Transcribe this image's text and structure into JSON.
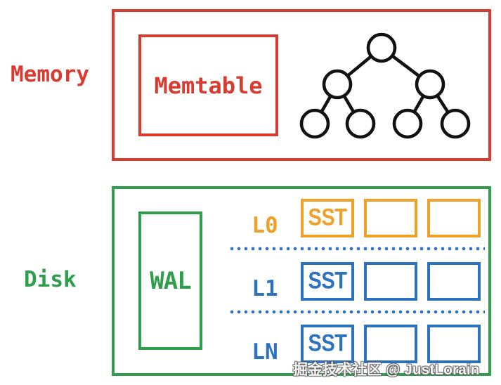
{
  "memory_section": {
    "section_label": "Memory",
    "memtable_label": "Memtable",
    "tree": {
      "kind": "binary-tree",
      "node_count": 7,
      "depth": 3
    }
  },
  "disk_section": {
    "section_label": "Disk",
    "wal_label": "WAL",
    "levels": [
      {
        "name": "L0",
        "sst_label": "SST",
        "empty_boxes": 2,
        "color": "#EFA028"
      },
      {
        "name": "L1",
        "sst_label": "SST",
        "empty_boxes": 2,
        "color": "#2D72BE"
      },
      {
        "name": "LN",
        "sst_label": "SST",
        "empty_boxes": 2,
        "color": "#2D72BE"
      }
    ]
  },
  "watermark": {
    "text": "掘金技术社区 @ JustLorain"
  },
  "colors": {
    "memory_red": "#D93B30",
    "disk_green": "#2F9E4D",
    "level0_orange": "#EFA028",
    "level_blue": "#2D72BE",
    "tree_black": "#111111"
  }
}
